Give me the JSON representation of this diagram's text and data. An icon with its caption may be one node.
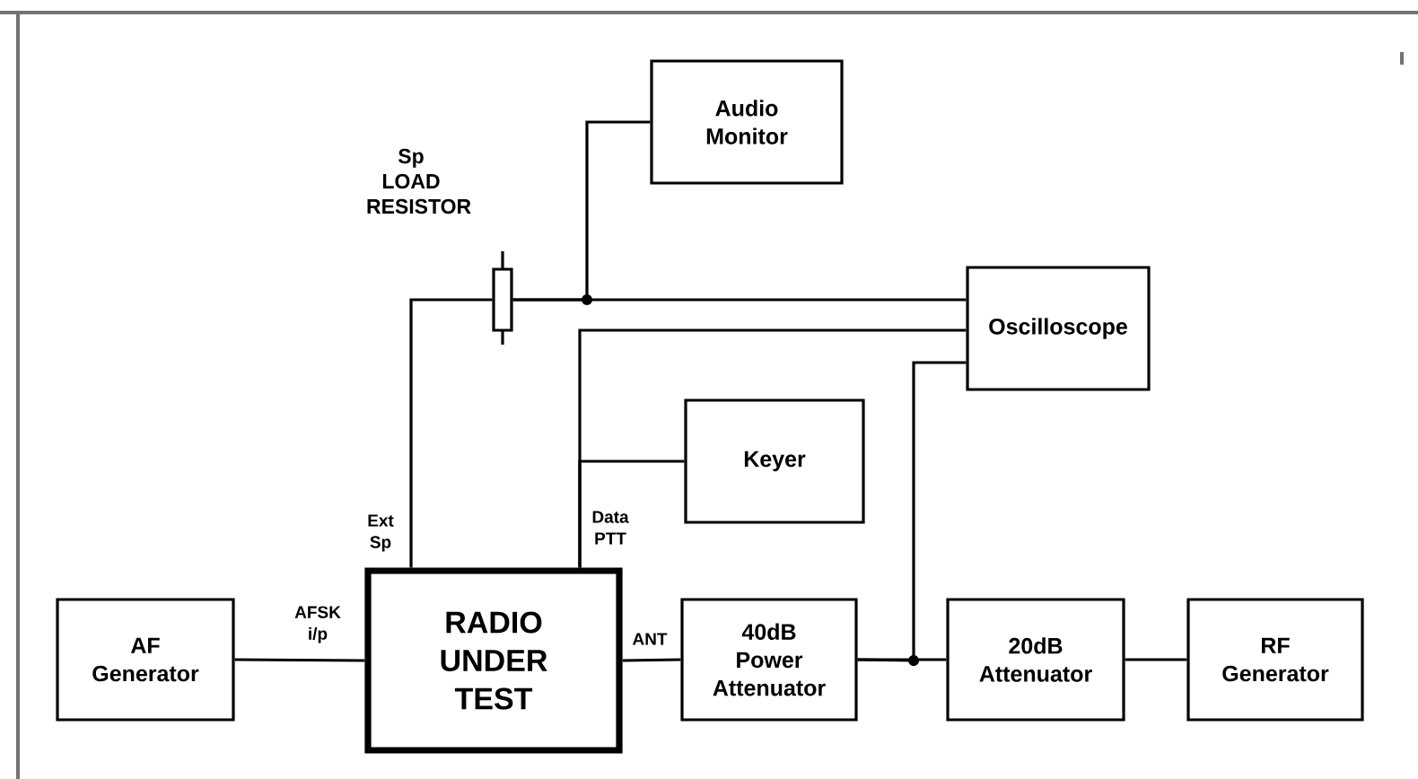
{
  "diagram": {
    "nodes": [
      {
        "text": [
          "Audio Monitor"
        ]
      },
      {
        "text": [],
        "shape": "box",
        "beside": [
          "Sp LOAD RESISTOR"
        ]
      },
      {
        "text": [
          "Oscilloscope"
        ]
      },
      {
        "text": [
          "Keyer"
        ]
      },
      {
        "text": [
          "AF Generator"
        ]
      },
      {
        "text": [
          "RADIO UNDER TEST"
        ]
      },
      {
        "text": [
          "40dB Power Attenuator"
        ]
      },
      {
        "text": [
          "20dB Attenuator"
        ]
      },
      {
        "text": [
          "RF Generator"
        ]
      }
    ],
    "edges": [
      {
        "from": 4,
        "to": 5,
        "arrow": "none",
        "label": "AFSK i/p"
      },
      {
        "from": 5,
        "to": 1,
        "arrow": "none",
        "label": "Ext Sp"
      },
      {
        "from": 1,
        "to": 0,
        "arrow": "none"
      },
      {
        "from": 1,
        "to": 2,
        "arrow": "none"
      },
      {
        "from": 5,
        "to": 2,
        "arrow": "none",
        "label": "Data PTT"
      },
      {
        "from": 5,
        "to": 3,
        "arrow": "none"
      },
      {
        "from": 5,
        "to": 6,
        "arrow": "none",
        "label": "ANT"
      },
      {
        "from": 6,
        "to": 2,
        "arrow": "none"
      },
      {
        "from": 6,
        "to": 7,
        "arrow": "none"
      },
      {
        "from": 7,
        "to": 8,
        "arrow": "none"
      }
    ]
  }
}
